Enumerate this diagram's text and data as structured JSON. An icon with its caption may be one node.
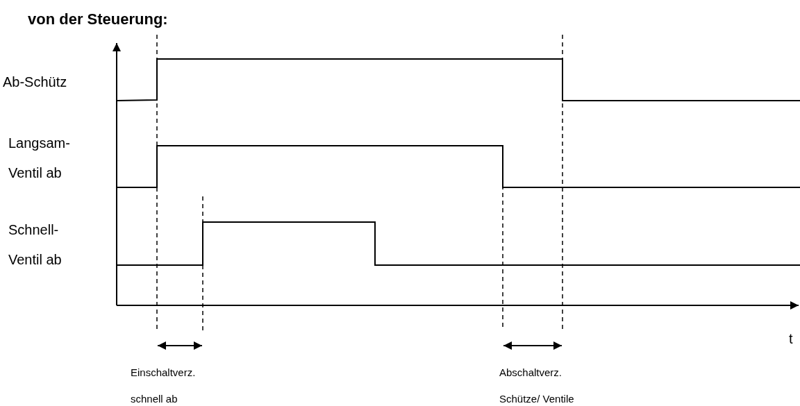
{
  "diagram": {
    "title": "von der Steuerung:",
    "labels": [
      "Ab-Schütz",
      "Langsam- Ventil ab",
      "Schnell- Ventil ab",
      "t",
      "Einschaltverz. schnell ab",
      "Abschaltverz. Schütze/ Ventile"
    ]
  }
}
